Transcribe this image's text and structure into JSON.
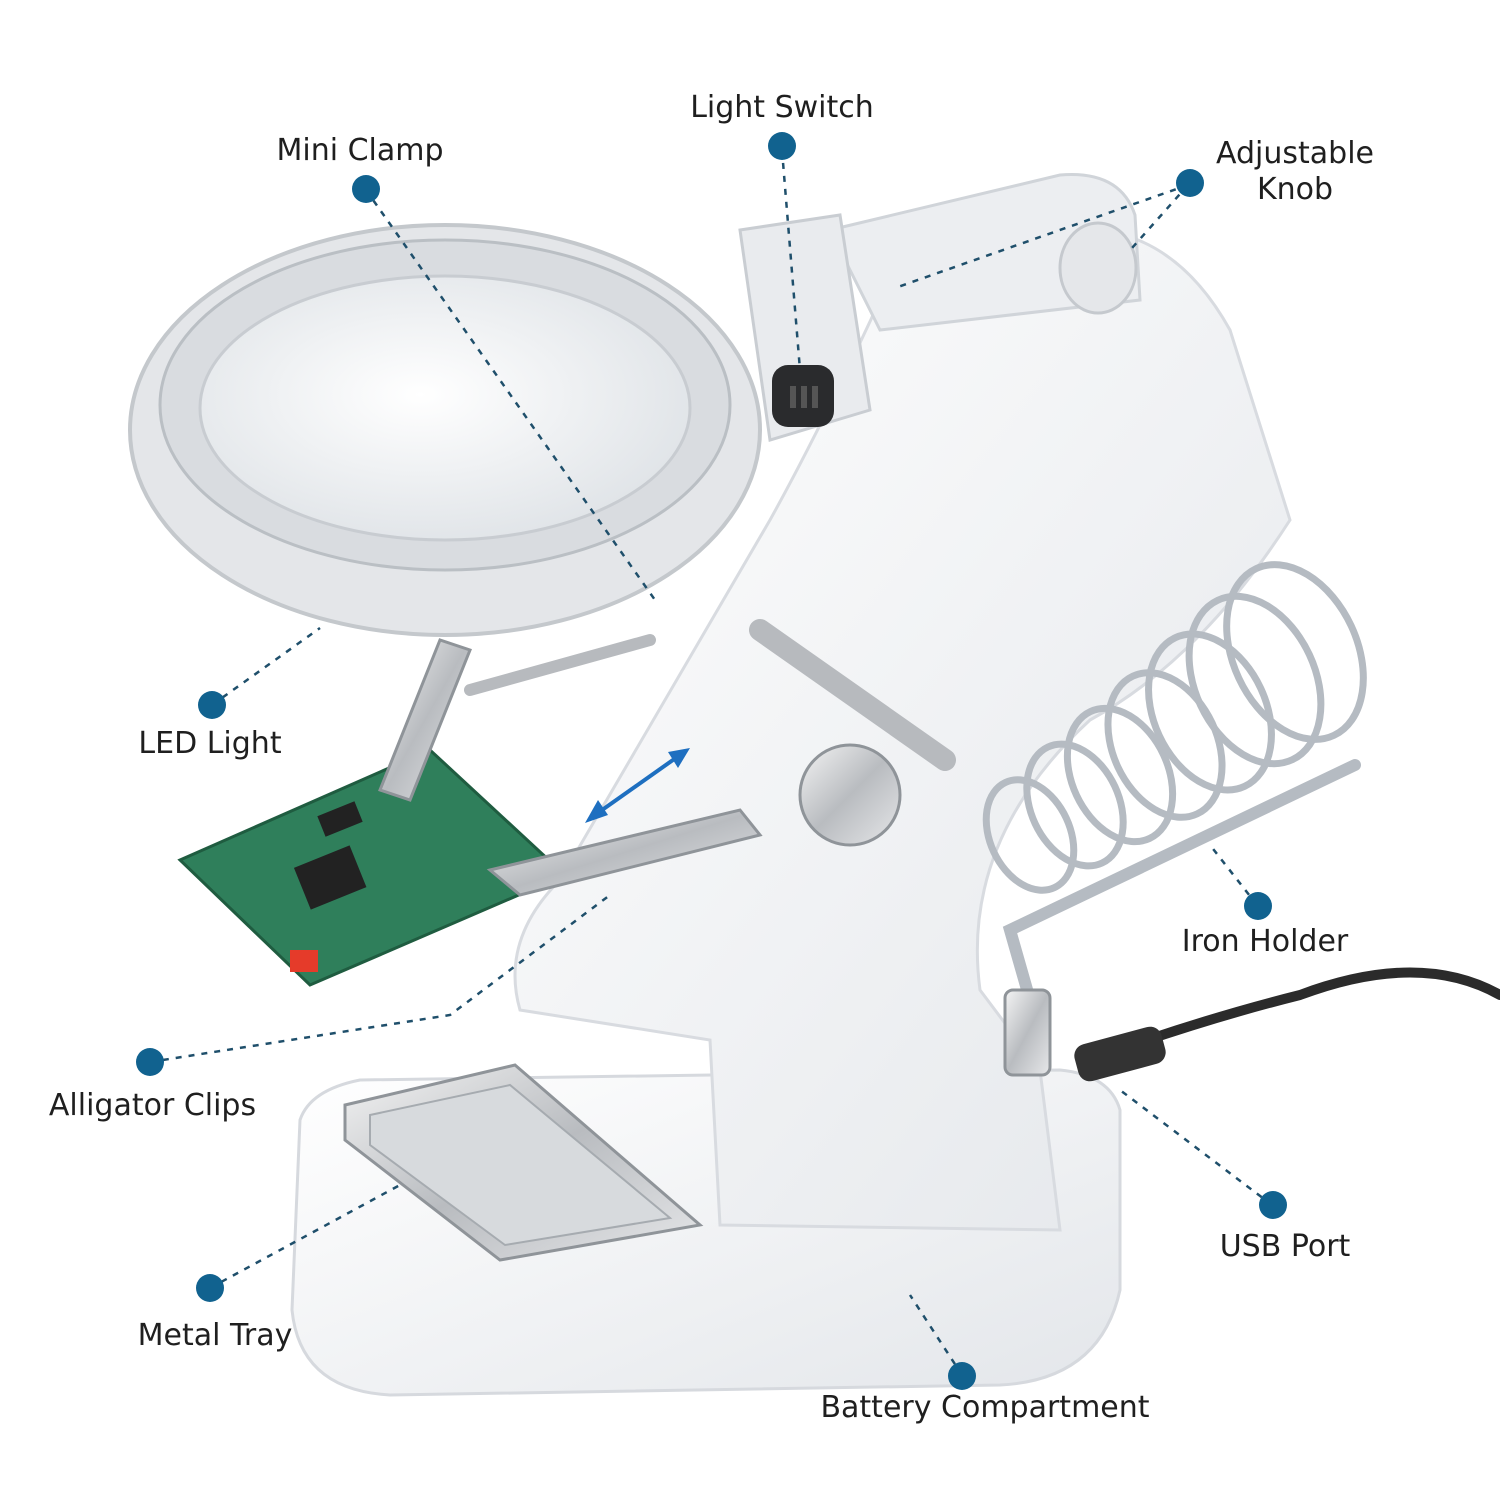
{
  "colors": {
    "marker": "#11628f",
    "leader": "#1f4f6b",
    "label_text": "#1f1f1f",
    "body_white": "#f2f3f5",
    "pcb_green": "#2f7f5b",
    "arrow_blue": "#1e6fc0"
  },
  "labels": {
    "light_switch": "Light Switch",
    "mini_clamp": "Mini Clamp",
    "adjustable_knob": "Adjustable\nKnob",
    "led_light": "LED Light",
    "iron_holder": "Iron Holder",
    "alligator_clips": "Alligator Clips",
    "usb_port": "USB Port",
    "metal_tray": "Metal Tray",
    "battery_compartment": "Battery Compartment"
  },
  "icons": {
    "marker": "dot-marker-icon",
    "slide_arrow": "double-arrow-icon"
  }
}
